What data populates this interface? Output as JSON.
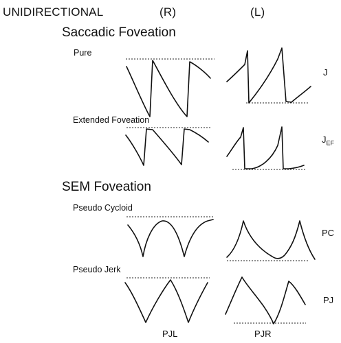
{
  "header": {
    "title": "UNIDIRECTIONAL",
    "col_right": "(R)",
    "col_left": "(L)"
  },
  "sections": [
    {
      "heading": "Saccadic Foveation",
      "rows": [
        {
          "label": "Pure",
          "side": "J",
          "side_sub": ""
        },
        {
          "label": "Extended Foveation",
          "side": "J",
          "side_sub": "EF"
        }
      ]
    },
    {
      "heading": "SEM Foveation",
      "rows": [
        {
          "label": "Pseudo Cycloid",
          "side": "PC",
          "side_sub": ""
        },
        {
          "label": "Pseudo Jerk",
          "side": "PJ",
          "side_sub": ""
        }
      ]
    }
  ],
  "footer": {
    "left": "PJL",
    "right": "PJR"
  }
}
